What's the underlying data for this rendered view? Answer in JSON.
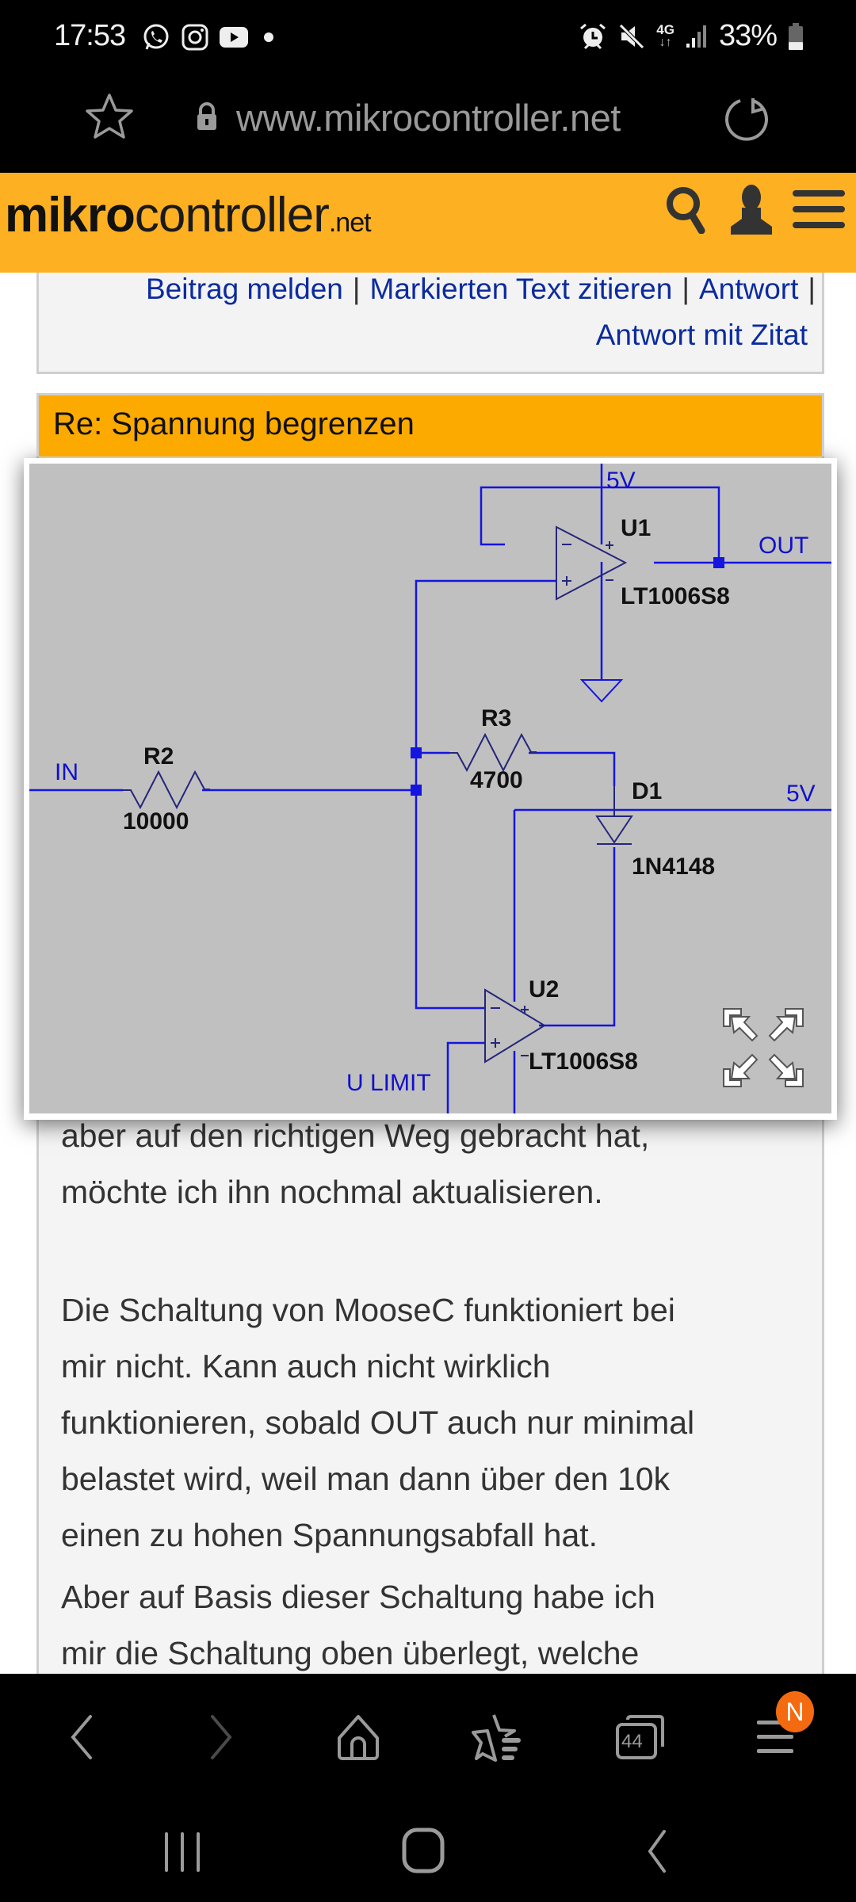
{
  "status_bar": {
    "time": "17:53",
    "notification_icons": [
      "whatsapp-icon",
      "instagram-icon",
      "youtube-icon",
      "dot-icon"
    ],
    "system_icons": [
      "alarm-icon",
      "mute-icon",
      "4g-icon",
      "signal-icon"
    ],
    "network_label": "4G",
    "battery_percent": "33%",
    "battery_level": 0.33
  },
  "url_bar": {
    "url": "www.mikrocontroller.net"
  },
  "site_header": {
    "logo_bold": "mikro",
    "logo_regular": "controller",
    "logo_tld": ".net",
    "icons": [
      "search-icon",
      "user-icon",
      "menu-icon"
    ]
  },
  "post_actions": {
    "links": [
      "Beitrag melden",
      "Markierten Text zitieren",
      "Antwort",
      "Antwort mit Zitat"
    ],
    "separator": "|"
  },
  "post": {
    "title": "Re: Spannung begrenzen",
    "paragraphs": [
      [
        "aber auf den richtigen Weg gebracht hat,",
        "möchte ich ihn nochmal aktualisieren."
      ],
      [
        "Die Schaltung von MooseC funktioniert bei",
        "mir nicht. Kann auch nicht wirklich",
        "funktionieren, sobald OUT auch nur minimal",
        "belastet wird, weil man dann über den 10k",
        "einen zu hohen Spannungsabfall hat."
      ],
      [
        "Aber auf Basis dieser Schaltung habe ich",
        "mir die Schaltung oben überlegt, welche"
      ]
    ]
  },
  "schematic": {
    "net_labels": {
      "vcc_top": "5V",
      "out": "OUT",
      "in": "IN",
      "vcc_right": "5V",
      "u_limit": "U LIMIT"
    },
    "components": {
      "u1_name": "U1",
      "u1_part": "LT1006S8",
      "u2_name": "U2",
      "u2_part": "LT1006S8",
      "r2_name": "R2",
      "r2_value": "10000",
      "r3_name": "R3",
      "r3_value": "4700",
      "d1_name": "D1",
      "d1_part": "1N4148"
    },
    "wire_color": "#1010dd",
    "background": "#c0c0c0",
    "expand_icon": "fullscreen-expand-icon"
  },
  "browser_toolbar": {
    "buttons": [
      "back-icon",
      "forward-icon",
      "home-icon",
      "bookmarks-icon",
      "tabs-icon",
      "menu-icon"
    ],
    "tab_count": "44",
    "notification_badge": "N",
    "badge_color": "#F36A10"
  },
  "system_nav": {
    "buttons": [
      "recent-apps-icon",
      "home-icon",
      "back-icon"
    ]
  },
  "colors": {
    "header_bg": "#FDB022",
    "title_bar_bg": "#FDAA00",
    "link_color": "#0b2b9e",
    "body_text": "#333333"
  }
}
